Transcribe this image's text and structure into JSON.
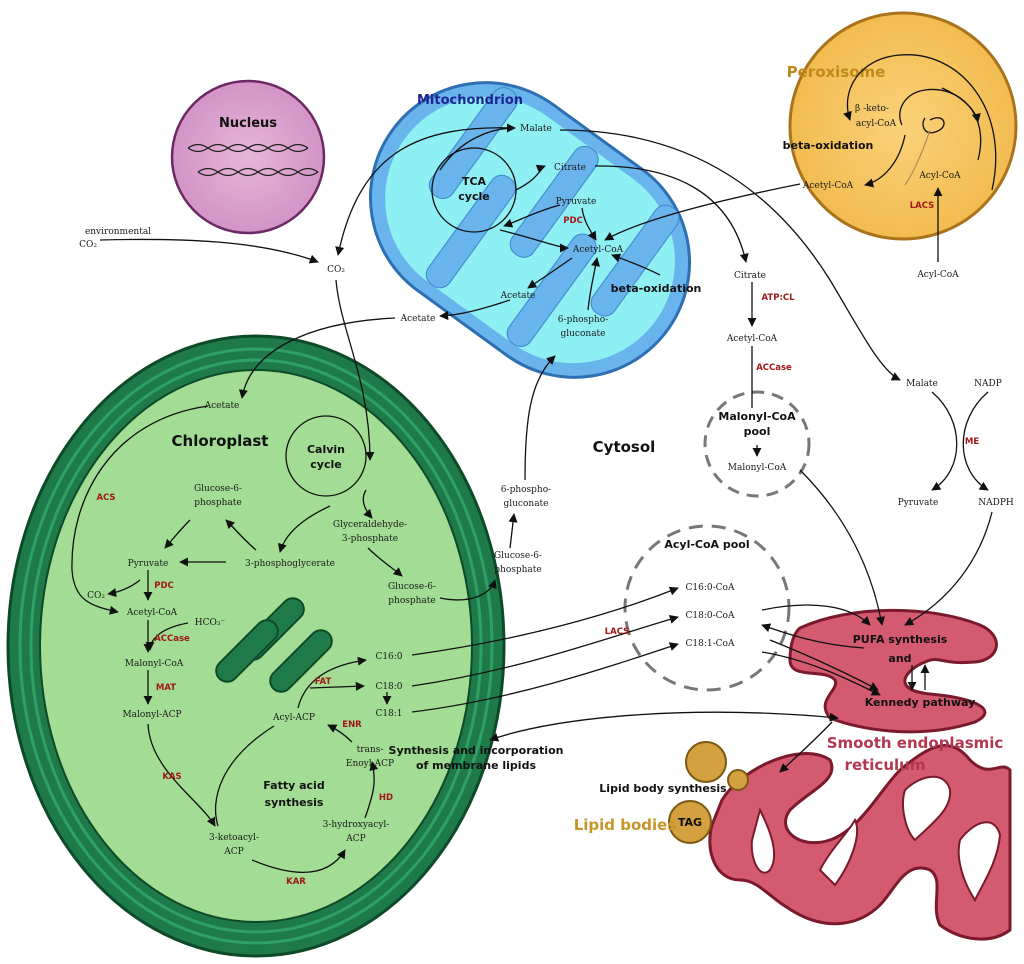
{
  "organelles": {
    "nucleus": "Nucleus",
    "mitochondrion": "Mitochondrion",
    "peroxisome": "Peroxisome",
    "chloroplast": "Chloroplast",
    "cytosol": "Cytosol",
    "er": [
      "Smooth endoplasmic",
      "reticulum"
    ],
    "lipid_bodies": "Lipid bodies"
  },
  "cycles": {
    "tca": [
      "TCA",
      "cycle"
    ],
    "calvin": [
      "Calvin",
      "cycle"
    ],
    "beta_ox_mito": "beta-oxidation",
    "beta_ox_perox": "beta-oxidation",
    "fas": [
      "Fatty acid",
      "synthesis"
    ],
    "malonyl_pool": [
      "Malonyl-CoA",
      "pool"
    ],
    "acyl_pool": "Acyl-CoA pool",
    "pufa": [
      "PUFA synthesis",
      "and",
      "Kennedy pathway"
    ],
    "membrane": [
      "Synthesis and incorporation",
      "of membrane lipids"
    ],
    "lipid_body_synth": "Lipid body synthesis",
    "tag": "TAG"
  },
  "metabolites": {
    "env_co2": [
      "environmental",
      "CO₂"
    ],
    "co2": "CO₂",
    "acetate_cyt": "Acetate",
    "malate_mito": "Malate",
    "citrate_mito": "Citrate",
    "pyruvate_mito": "Pyruvate",
    "acetylcoa_mito": "Acetyl-CoA",
    "acetate_mito": "Acetate",
    "pgluc_mito": [
      "6-phospho-",
      "gluconate"
    ],
    "citrate_cyt": "Citrate",
    "acetylcoa_cyt": "Acetyl-CoA",
    "malonylcoa_cyt": "Malonyl-CoA",
    "malate_cyt": "Malate",
    "nadp": "NADP",
    "pyruvate_cyt": "Pyruvate",
    "nadph": "NADPH",
    "pgluc_cyt": [
      "6-phospho-",
      "gluconate"
    ],
    "g6p_cyt": [
      "Glucose-6-",
      "phosphate"
    ],
    "perox_keto": [
      "β -keto-",
      "acyl-CoA"
    ],
    "perox_acetylcoa": "Acetyl-CoA",
    "perox_acylcoa": "Acyl-CoA",
    "acylcoa_cyt": "Acyl-CoA",
    "c160coa": "C16:0-CoA",
    "c180coa": "C18:0-CoA",
    "c181coa": "C18:1-CoA",
    "acetate_chl": "Acetate",
    "g6p_chl": [
      "Glucose-6-",
      "phosphate"
    ],
    "pyruvate_chl": "Pyruvate",
    "pga": "3-phosphoglycerate",
    "co2_chl": "CO₂",
    "acetylcoa_chl": "Acetyl-CoA",
    "hco3": "HCO₃⁻",
    "malonylcoa_chl": "Malonyl-CoA",
    "malonylacp": "Malonyl-ACP",
    "g3p": [
      "Glyceraldehyde-",
      "3-phosphate"
    ],
    "g6p_chl2": [
      "Glucose-6-",
      "phosphate"
    ],
    "c160": "C16:0",
    "c180": "C18:0",
    "c181": "C18:1",
    "acylacp": "Acyl-ACP",
    "transenoyl": [
      "trans-",
      "Enoyl-ACP"
    ],
    "hydroxyacyl": [
      "3-hydroxyacyl-",
      "ACP"
    ],
    "ketoacyl": [
      "3-ketoacyl-",
      "ACP"
    ]
  },
  "enzymes": {
    "pdc_mito": "PDC",
    "lacs_perox": "LACS",
    "atpcl": "ATP:CL",
    "accase_cyt": "ACCase",
    "me": "ME",
    "lacs": "LACS",
    "acs": "ACS",
    "pdc_chl": "PDC",
    "accase_chl": "ACCase",
    "mat": "MAT",
    "kas": "KAS",
    "fat": "FAT",
    "enr": "ENR",
    "hd": "HD",
    "kar": "KAR"
  },
  "colors": {
    "nucleus": "#dba0cf",
    "mito_outer": "#6ab4ee",
    "mito_inner": "#8ff0f4",
    "perox": "#f6c45a",
    "perox_title": "#c08a1a",
    "chloro_outer": "#1f7a4a",
    "chloro_inner": "#a3dc95",
    "er": "#d45a70",
    "lipid": "#d4a040",
    "lipid_text": "#c7962a",
    "enzyme": "#a01818"
  }
}
